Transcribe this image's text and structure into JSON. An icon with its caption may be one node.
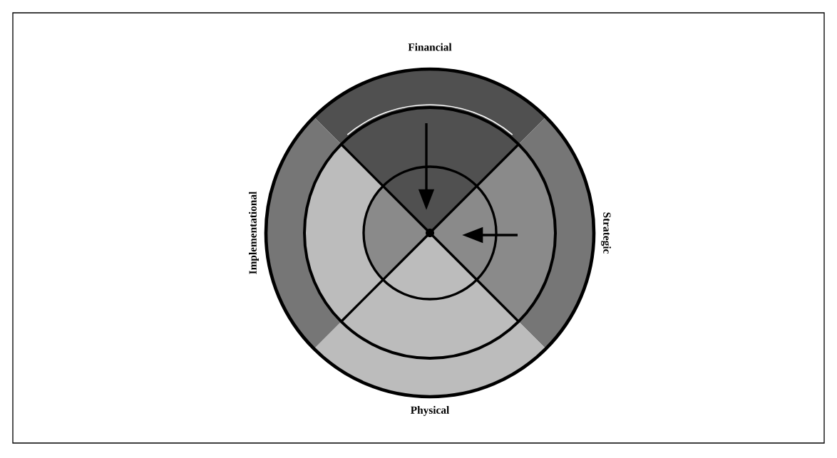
{
  "diagram": {
    "labels": [
      "Financial",
      "Strategic",
      "Physical",
      "Implementational"
    ]
  }
}
